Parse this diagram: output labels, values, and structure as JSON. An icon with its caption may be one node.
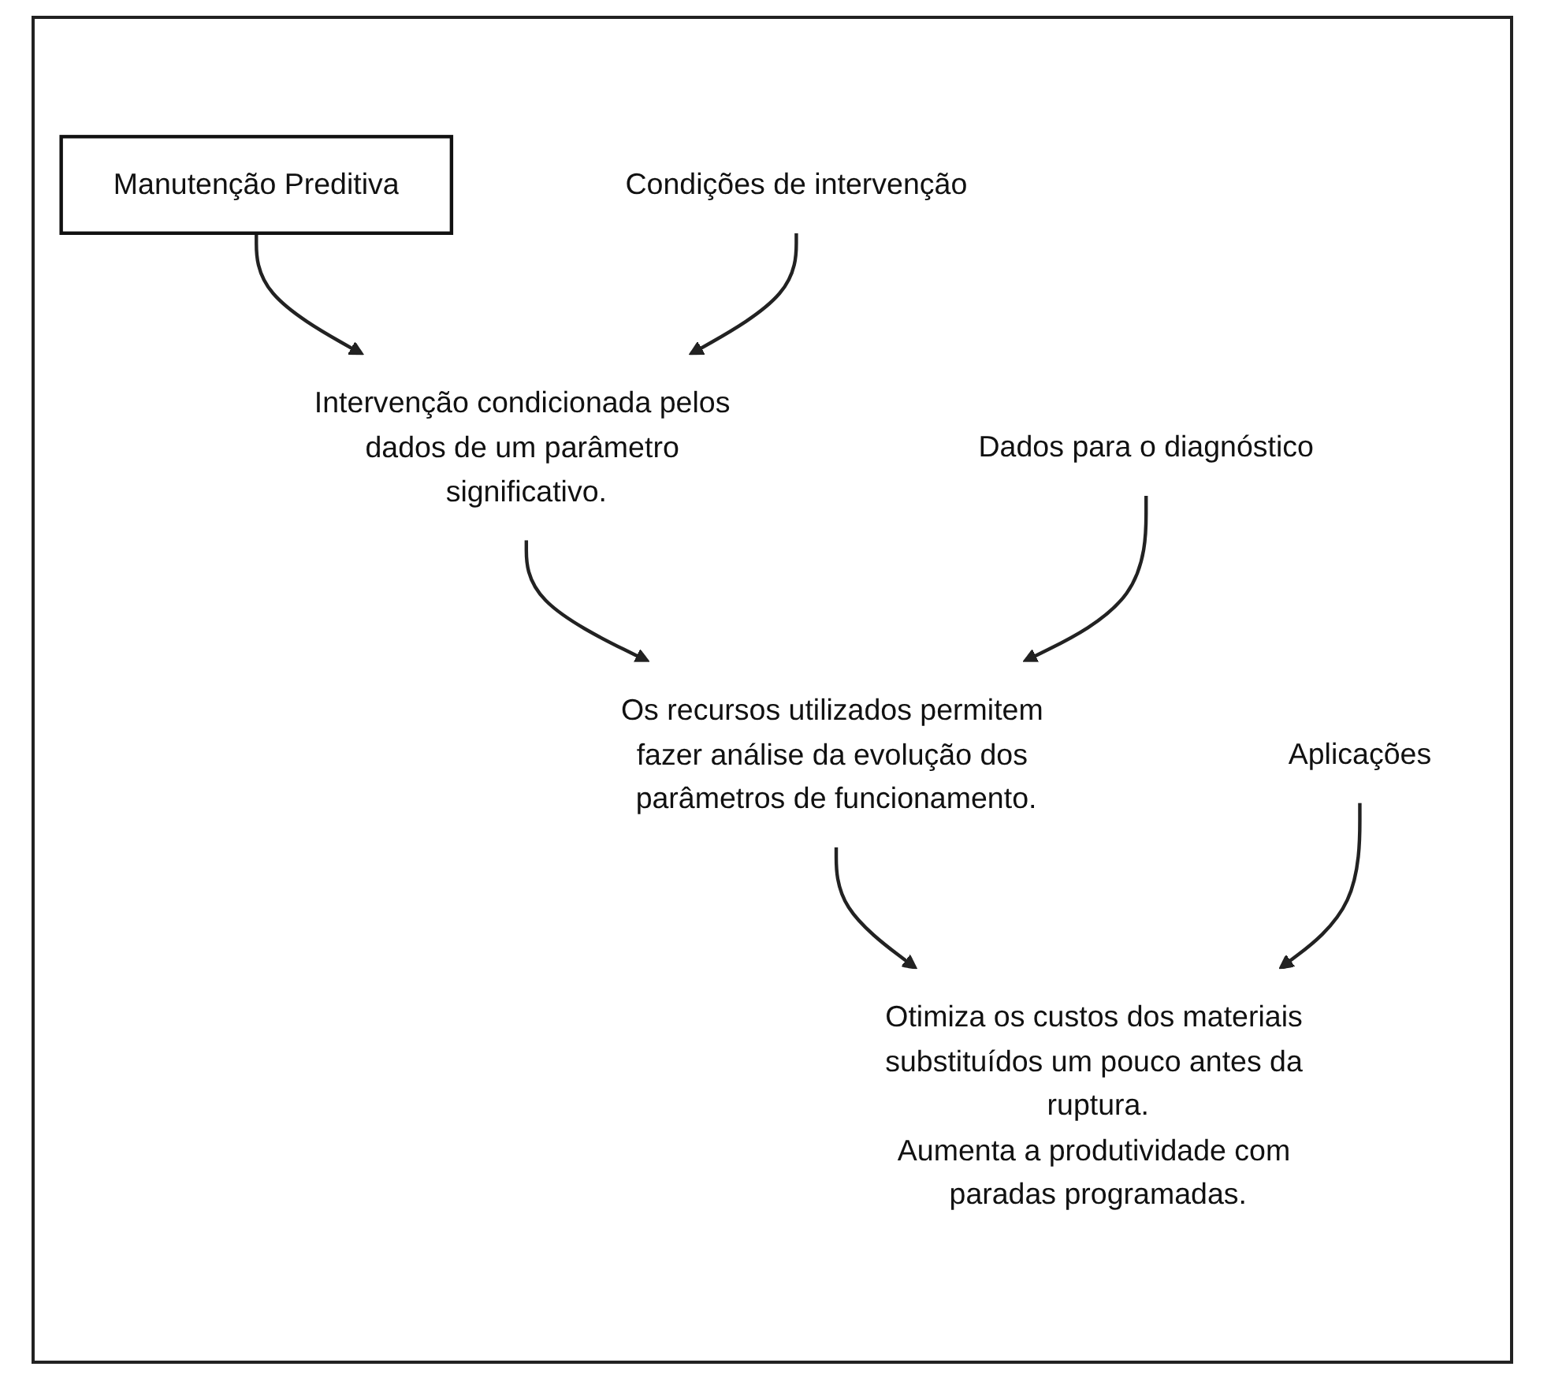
{
  "diagram": {
    "nodes": [
      {
        "text": [
          "Manutenção Preditiva"
        ]
      },
      {
        "text": [
          "Condições de intervenção"
        ]
      },
      {
        "text": [
          "Intervenção condicionada pelos dados de um parâmetro significativo."
        ]
      },
      {
        "text": [
          "Dados para o diagnóstico"
        ]
      },
      {
        "text": [
          "Os recursos utilizados permitem fazer análise da evolução dos parâmetros de funcionamento."
        ]
      },
      {
        "text": [
          "Aplicações"
        ]
      },
      {
        "text": [
          "Otimiza os custos dos materiais substituídos um pouco antes da ruptura.",
          "Aumenta a produtividade com paradas programadas."
        ]
      }
    ],
    "edges": [
      {
        "from": 0,
        "to": 2,
        "arrow": "to"
      },
      {
        "from": 1,
        "to": 2,
        "arrow": "to"
      },
      {
        "from": 2,
        "to": 4,
        "arrow": "to"
      },
      {
        "from": 3,
        "to": 4,
        "arrow": "to"
      },
      {
        "from": 4,
        "to": 6,
        "arrow": "to"
      },
      {
        "from": 5,
        "to": 6,
        "arrow": "to"
      }
    ]
  }
}
